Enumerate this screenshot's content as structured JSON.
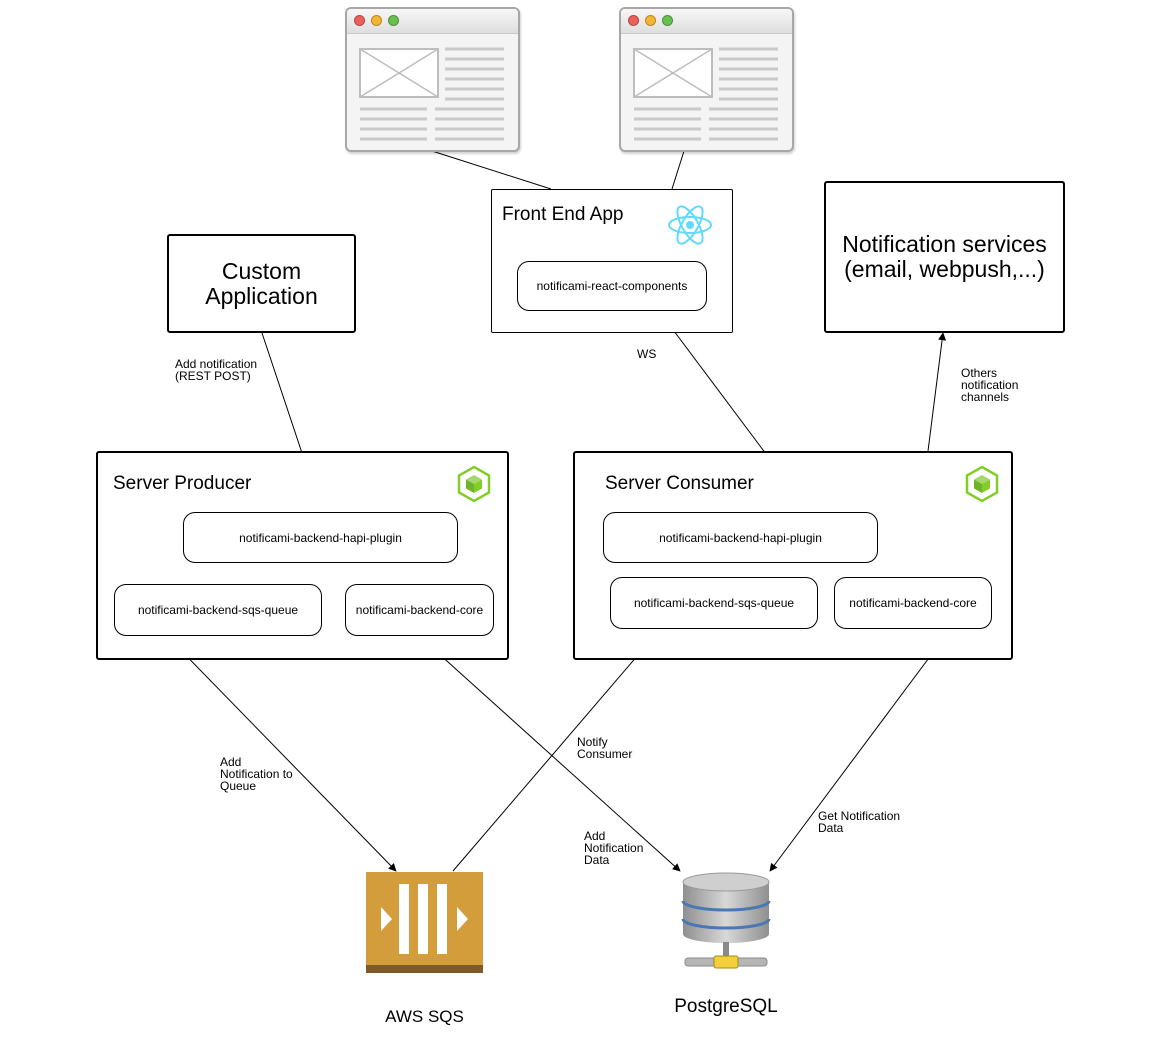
{
  "front_end": {
    "title": "Front End App",
    "component": "notificami-react-components"
  },
  "custom_app": {
    "title": "Custom\nApplication"
  },
  "notif_services": {
    "title": "Notification services\n(email, webpush,...)"
  },
  "producer": {
    "title": "Server Producer",
    "hapi": "notificami-backend-hapi-plugin",
    "sqs": "notificami-backend-sqs-queue",
    "core": "notificami-backend-core"
  },
  "consumer": {
    "title": "Server Consumer",
    "hapi": "notificami-backend-hapi-plugin",
    "sqs": "notificami-backend-sqs-queue",
    "core": "notificami-backend-core"
  },
  "edges": {
    "add_notification": "Add notification\n(REST POST)",
    "ws": "WS",
    "others": "Others\nnotification\nchannels",
    "add_queue": "Add\nNotification to\nQueue",
    "notify": "Notify\nConsumer",
    "add_data": "Add\nNotification\nData",
    "get_data": "Get Notification\nData"
  },
  "sqs": {
    "label": "AWS SQS",
    "color": "#d29d3a"
  },
  "postgres": {
    "label": "PostgreSQL"
  },
  "icons": {
    "browser_window": "browser-window-icon",
    "react": "react-icon",
    "nodejs": "nodejs-icon",
    "sqs": "aws-sqs-icon",
    "database": "database-server-icon"
  },
  "colors": {
    "react": "#61dafb",
    "nodejs": "#83cd29",
    "sqs_bottom": "#7d5a28"
  }
}
